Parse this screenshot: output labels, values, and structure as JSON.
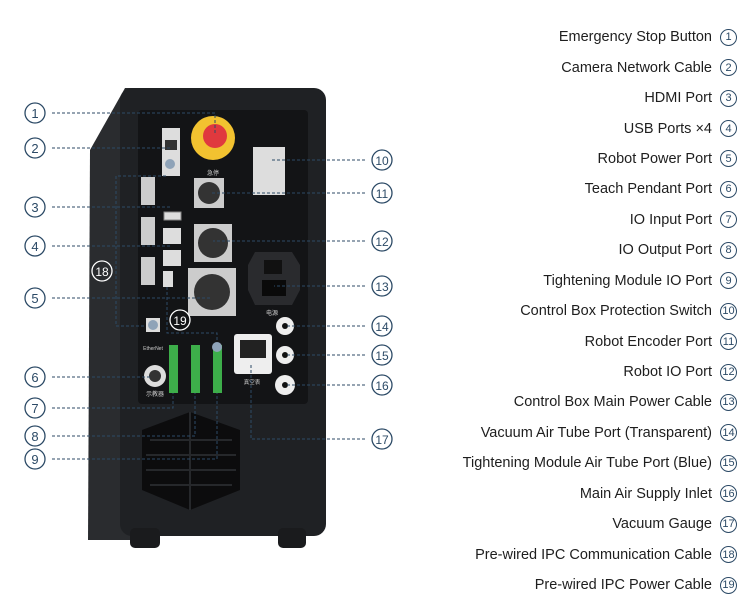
{
  "legend": [
    {
      "num": "1",
      "label": "Emergency Stop Button"
    },
    {
      "num": "2",
      "label": "Camera Network Cable"
    },
    {
      "num": "3",
      "label": "HDMI Port"
    },
    {
      "num": "4",
      "label": "USB Ports ×4"
    },
    {
      "num": "5",
      "label": "Robot Power Port"
    },
    {
      "num": "6",
      "label": "Teach Pendant Port"
    },
    {
      "num": "7",
      "label": "IO Input Port"
    },
    {
      "num": "8",
      "label": "IO Output Port"
    },
    {
      "num": "9",
      "label": "Tightening Module IO Port"
    },
    {
      "num": "10",
      "label": "Control Box Protection Switch"
    },
    {
      "num": "11",
      "label": "Robot Encoder Port"
    },
    {
      "num": "12",
      "label": "Robot IO Port"
    },
    {
      "num": "13",
      "label": "Control Box Main Power Cable"
    },
    {
      "num": "14",
      "label": "Vacuum Air Tube Port (Transparent)"
    },
    {
      "num": "15",
      "label": "Tightening Module Air Tube Port (Blue)"
    },
    {
      "num": "16",
      "label": "Main Air Supply Inlet"
    },
    {
      "num": "17",
      "label": "Vacuum Gauge"
    },
    {
      "num": "18",
      "label": "Pre-wired IPC Communication Cable"
    },
    {
      "num": "19",
      "label": "Pre-wired IPC Power Cable"
    }
  ],
  "device_labels": {
    "estop": "急停",
    "power": "电源",
    "vacuum_gauge": "真空表",
    "pendant": "示教器",
    "ethernet": "EtherNet"
  },
  "colors": {
    "callout": "#2c4a66",
    "body": "#1f2124",
    "panel": "#141517",
    "estop_red": "#e0393e",
    "estop_yellow": "#f2c230",
    "terminal": "#3dae4a"
  }
}
